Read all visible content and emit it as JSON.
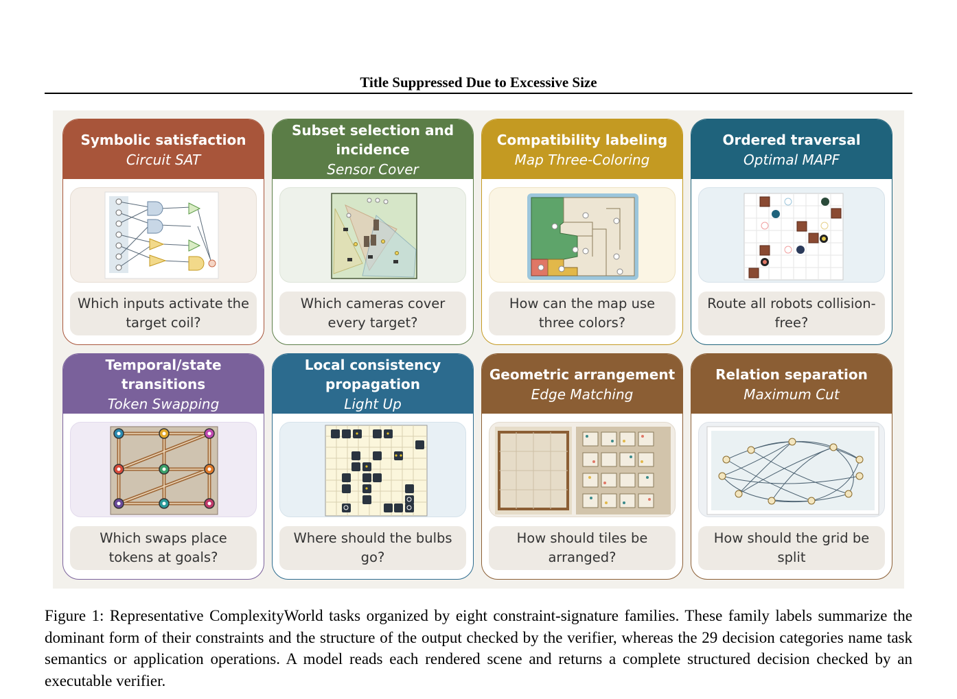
{
  "header": {
    "running_title": "Title Suppressed Due to Excessive Size"
  },
  "figure": {
    "cards": [
      {
        "family": "Symbolic satisfaction",
        "task": "Circuit SAT",
        "question": "Which inputs activate the target coil?",
        "color": "#a8553a"
      },
      {
        "family": "Subset selection and incidence",
        "task": "Sensor Cover",
        "question": "Which cameras cover every target?",
        "color": "#5b7d47"
      },
      {
        "family": "Compatibility labeling",
        "task": "Map Three-Coloring",
        "question": "How can the map use three colors?",
        "color": "#c49a22"
      },
      {
        "family": "Ordered traversal",
        "task": "Optimal MAPF",
        "question": "Route all robots collision-free?",
        "color": "#1f637c"
      },
      {
        "family": "Temporal/state transitions",
        "task": "Token Swapping",
        "question": "Which swaps place tokens at goals?",
        "color": "#7a619b"
      },
      {
        "family": "Local consistency propagation",
        "task": "Light Up",
        "question": "Where should the bulbs go?",
        "color": "#2c6b8e"
      },
      {
        "family": "Geometric arrangement",
        "task": "Edge Matching",
        "question": "How should tiles be arranged?",
        "color": "#8b5e34"
      },
      {
        "family": "Relation separation",
        "task": "Maximum Cut",
        "question": "How should the grid be split",
        "color": "#8b5e34"
      }
    ]
  },
  "caption": "Figure 1: Representative ComplexityWorld tasks organized by eight constraint-signature families. These family labels summarize the dominant form of their constraints and the structure of the output checked by the verifier, whereas the 29 decision categories name task semantics or application operations. A model reads each rendered scene and returns a complete structured decision checked by an executable verifier."
}
